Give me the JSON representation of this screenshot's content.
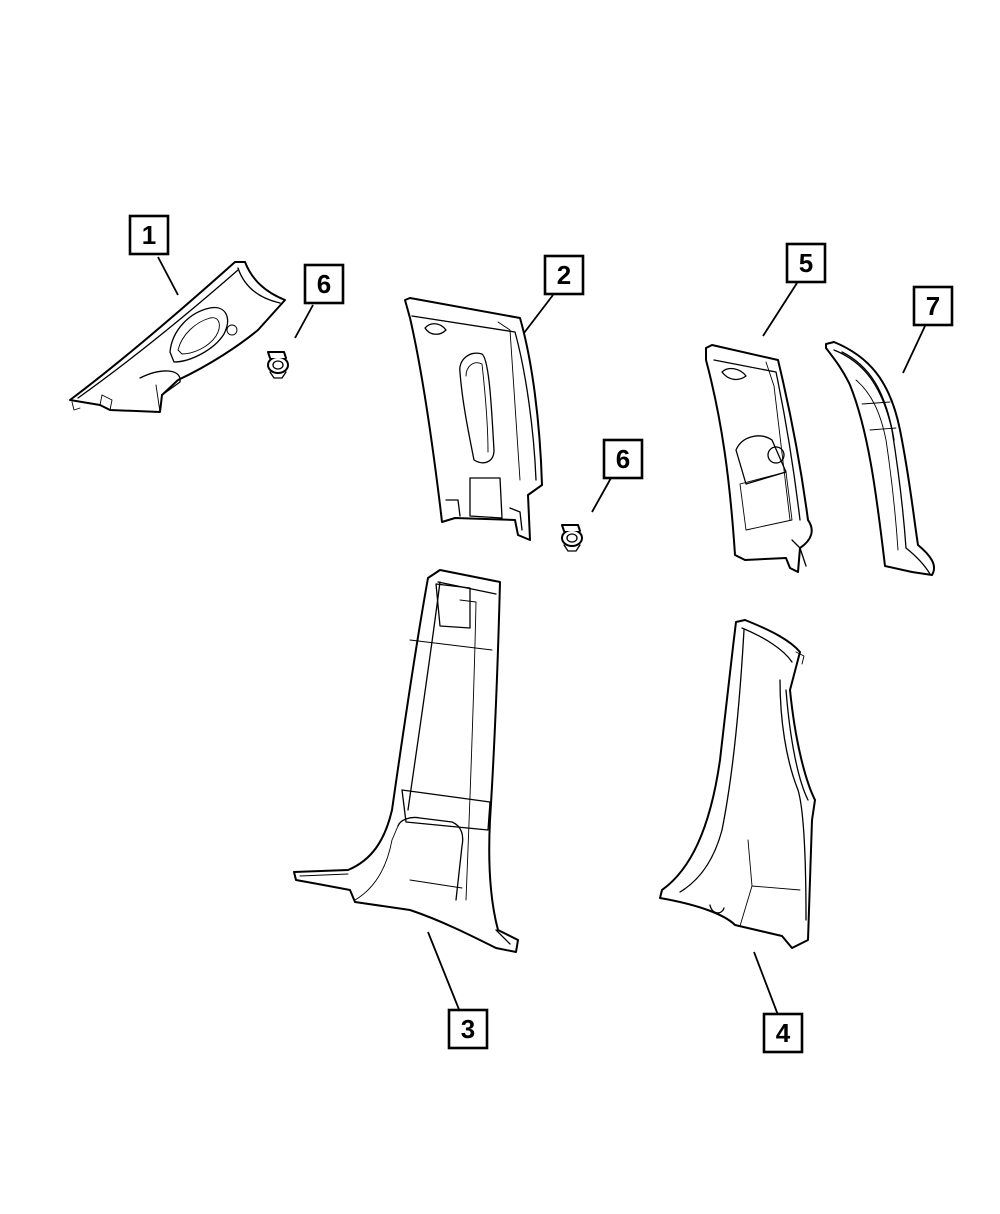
{
  "callouts": [
    {
      "id": "callout-1",
      "label": "1"
    },
    {
      "id": "callout-2",
      "label": "2"
    },
    {
      "id": "callout-3",
      "label": "3"
    },
    {
      "id": "callout-4",
      "label": "4"
    },
    {
      "id": "callout-5",
      "label": "5"
    },
    {
      "id": "callout-6a",
      "label": "6"
    },
    {
      "id": "callout-6b",
      "label": "6"
    },
    {
      "id": "callout-7",
      "label": "7"
    }
  ],
  "colors": {
    "line": "#000000",
    "background": "#ffffff"
  }
}
